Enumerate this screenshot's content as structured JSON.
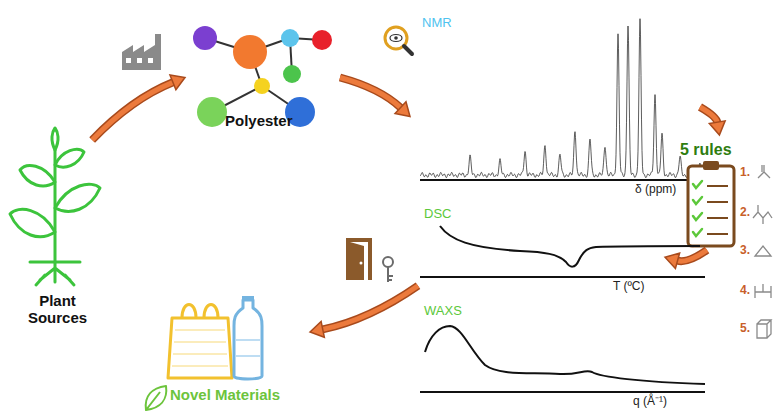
{
  "diagram": {
    "nodes": [
      {
        "text": [
          "Plant Sources"
        ]
      },
      {
        "text": [
          "Polyester"
        ]
      },
      {
        "text": [
          "NMR",
          "δ (ppm)"
        ]
      },
      {
        "text": [
          "5 rules"
        ]
      },
      {
        "text": [
          "DSC",
          "T (ºC)"
        ]
      },
      {
        "text": [
          "WAXS",
          "q (Å⁻¹)"
        ]
      },
      {
        "text": [
          "Novel Materials"
        ]
      }
    ],
    "edges": [
      {
        "from": 0,
        "to": 1,
        "arrow": "to"
      },
      {
        "from": 1,
        "to": 2,
        "arrow": "to"
      },
      {
        "from": 2,
        "to": 3,
        "arrow": "to"
      },
      {
        "from": 3,
        "to": 4,
        "arrow": "to"
      },
      {
        "from": 4,
        "to": 6,
        "arrow": "to"
      }
    ],
    "labels": [
      "1.",
      "2.",
      "3.",
      "4.",
      "5."
    ]
  }
}
